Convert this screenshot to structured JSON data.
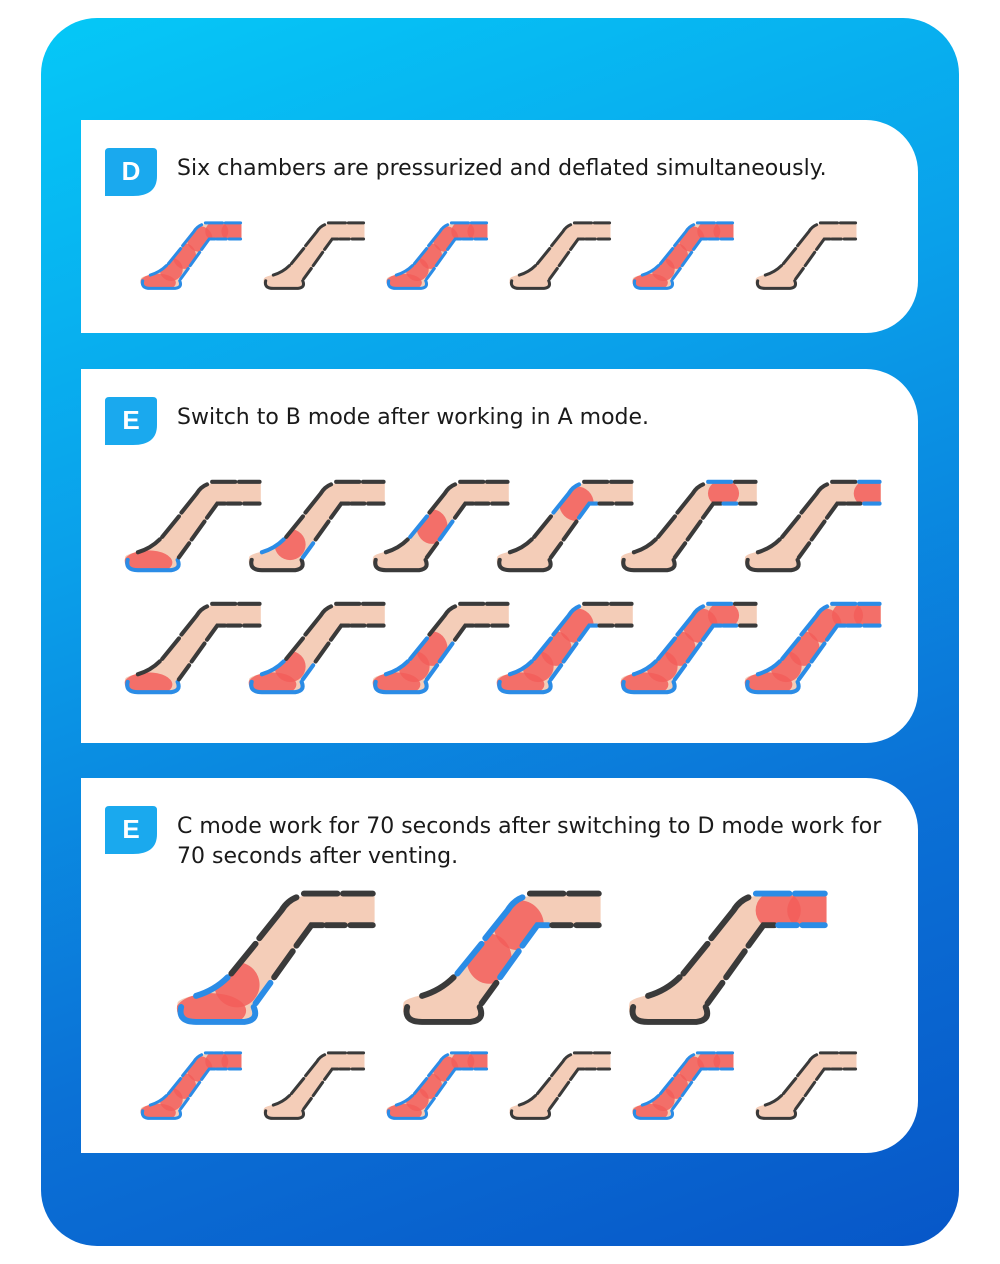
{
  "colors": {
    "active": "#2b8ce6",
    "inactive": "#3a3a3a",
    "skin": "#f4cdb8",
    "pressure": "#f25e5a",
    "badge": "#1aa9ee"
  },
  "sections": [
    {
      "badge": "D",
      "text": "Six chambers are pressurized and deflated simultaneously.",
      "rows": [
        {
          "legs": [
            {
              "state": "all"
            },
            {
              "state": "none"
            },
            {
              "state": "all"
            },
            {
              "state": "none"
            },
            {
              "state": "all"
            },
            {
              "state": "none"
            }
          ]
        }
      ]
    },
    {
      "badge": "E",
      "text": "Switch to B mode after working in A mode.",
      "rows": [
        {
          "legs": [
            {
              "state": "single",
              "chamber": 1
            },
            {
              "state": "single",
              "chamber": 2
            },
            {
              "state": "single",
              "chamber": 3
            },
            {
              "state": "single",
              "chamber": 4
            },
            {
              "state": "single",
              "chamber": 5
            },
            {
              "state": "single",
              "chamber": 6
            }
          ]
        },
        {
          "legs": [
            {
              "state": "cumulative",
              "chamber": 1
            },
            {
              "state": "cumulative",
              "chamber": 2
            },
            {
              "state": "cumulative",
              "chamber": 3
            },
            {
              "state": "cumulative",
              "chamber": 4
            },
            {
              "state": "cumulative",
              "chamber": 5
            },
            {
              "state": "cumulative",
              "chamber": 6
            }
          ]
        }
      ]
    },
    {
      "badge": "E",
      "text_line1": "C mode work for 70 seconds after switching to D mode work for",
      "text_line2": "70 seconds after venting.",
      "rows": [
        {
          "legs": [
            {
              "state": "pair",
              "chambers": [
                1,
                2
              ]
            },
            {
              "state": "pair",
              "chambers": [
                3,
                4
              ]
            },
            {
              "state": "pair",
              "chambers": [
                5,
                6
              ]
            }
          ]
        },
        {
          "legs": [
            {
              "state": "all"
            },
            {
              "state": "none"
            },
            {
              "state": "all"
            },
            {
              "state": "none"
            },
            {
              "state": "all"
            },
            {
              "state": "none"
            }
          ]
        }
      ]
    }
  ]
}
